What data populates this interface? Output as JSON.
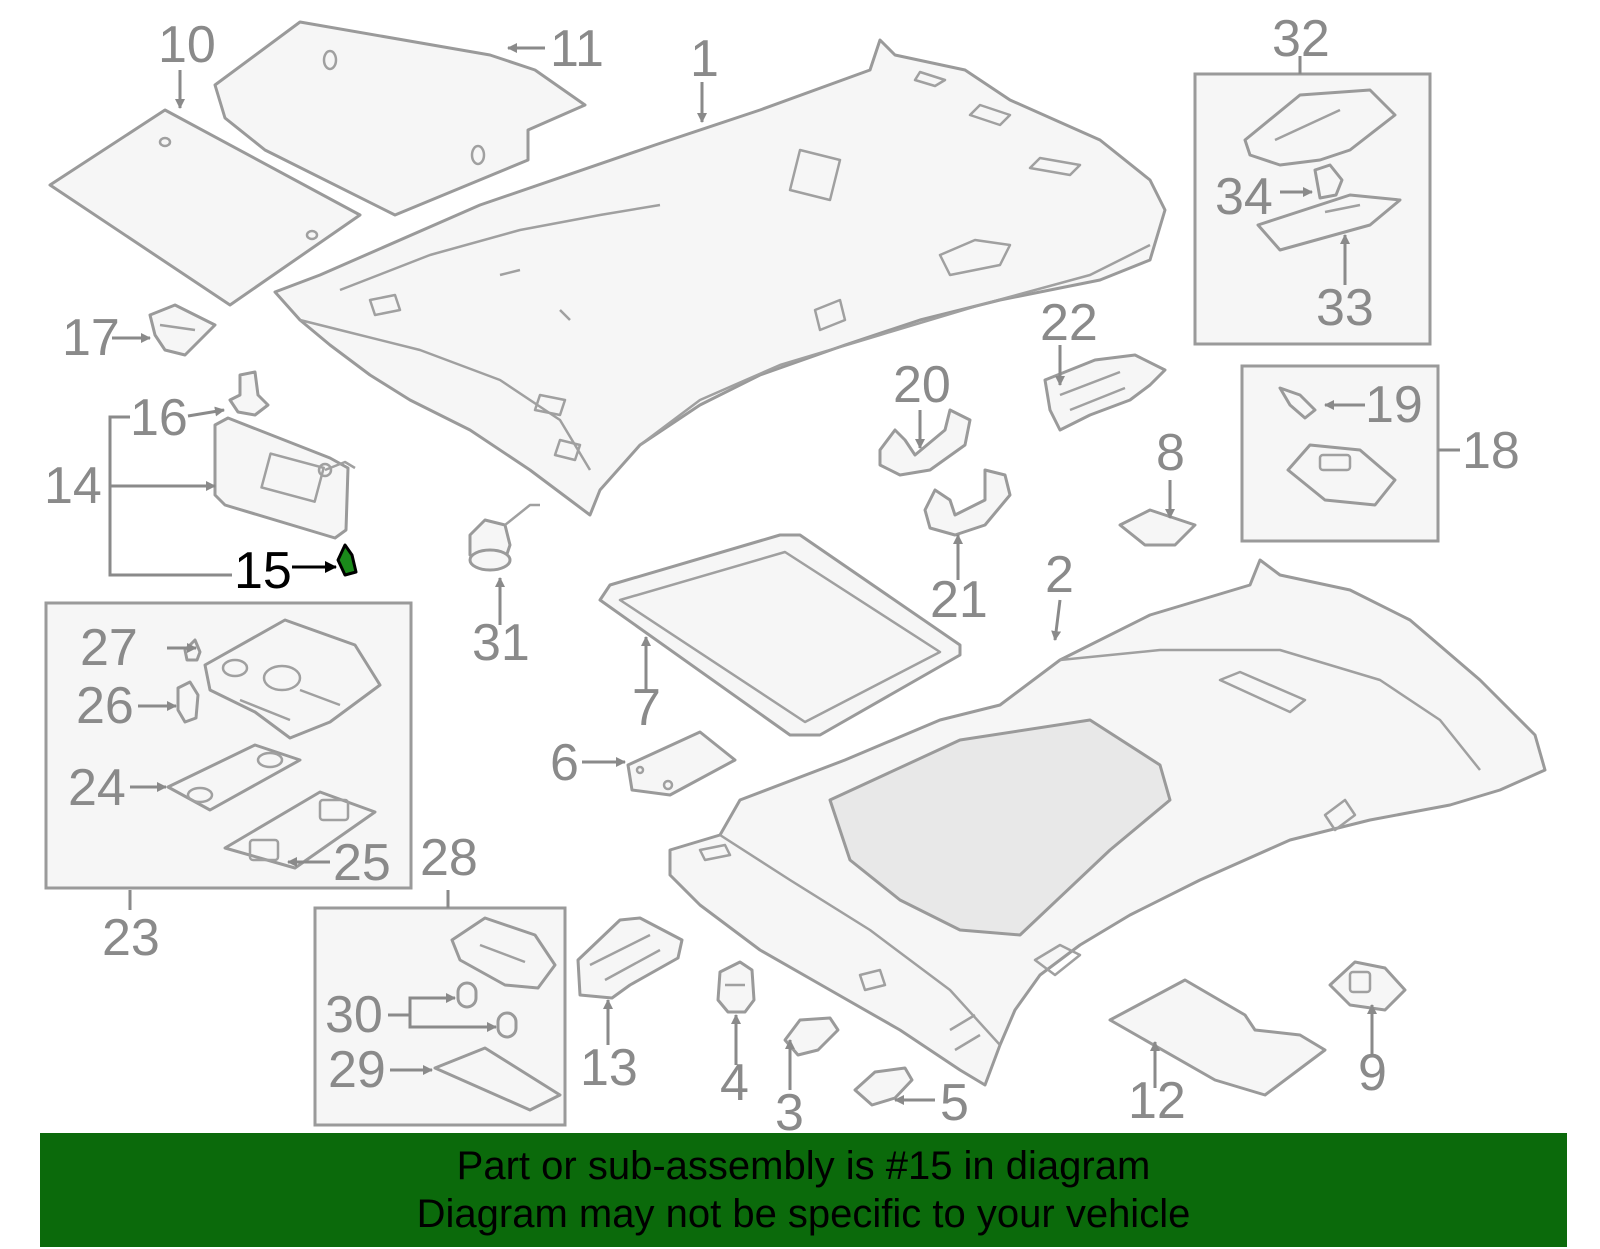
{
  "highlight_color": "#0b6a0b",
  "active_part_color": "#1a8a1a",
  "callouts": {
    "c1": "1",
    "c2": "2",
    "c3": "3",
    "c4": "4",
    "c5": "5",
    "c6": "6",
    "c7": "7",
    "c8": "8",
    "c9": "9",
    "c10": "10",
    "c11": "11",
    "c12": "12",
    "c13": "13",
    "c14": "14",
    "c15": "15",
    "c16": "16",
    "c17": "17",
    "c18": "18",
    "c19": "19",
    "c20": "20",
    "c21": "21",
    "c22": "22",
    "c23": "23",
    "c24": "24",
    "c25": "25",
    "c26": "26",
    "c27": "27",
    "c28": "28",
    "c29": "29",
    "c30": "30",
    "c31": "31",
    "c32": "32",
    "c33": "33",
    "c34": "34"
  },
  "banner": {
    "line1": "Part or sub-assembly is #15 in diagram",
    "line2": "Diagram may not be specific to your vehicle"
  }
}
